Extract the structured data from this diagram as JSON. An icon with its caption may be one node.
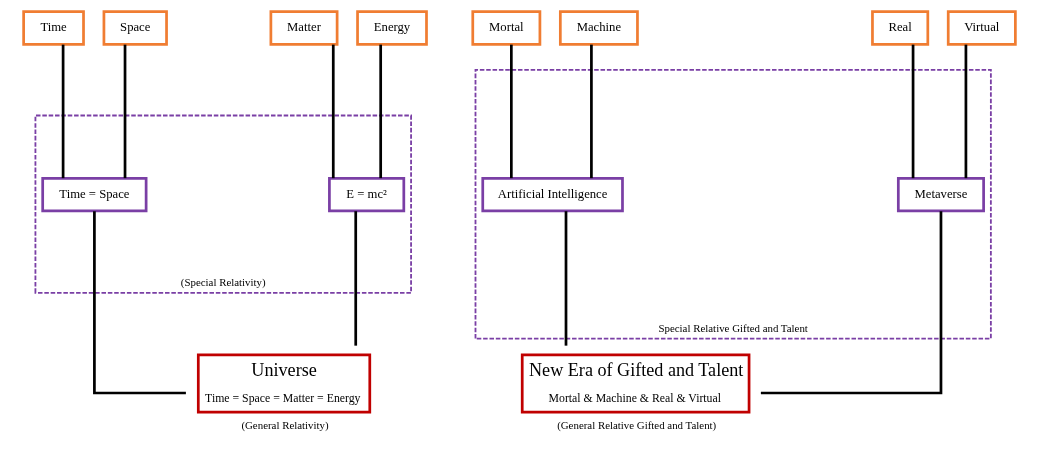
{
  "diagram": {
    "nodes": [
      {
        "text": [
          "Time"
        ]
      },
      {
        "text": [
          "Space"
        ]
      },
      {
        "text": [
          "Matter"
        ]
      },
      {
        "text": [
          "Energy"
        ]
      },
      {
        "text": [
          "(Special Relativity)"
        ]
      },
      {
        "text": [
          "Time = Space"
        ],
        "in": 4
      },
      {
        "text": [
          "E = mc²"
        ],
        "in": 4
      },
      {
        "text": [
          "Universe",
          "Time = Space = Matter = Energy"
        ],
        "beside": [
          "(General Relativity)"
        ]
      },
      {
        "text": [
          "Mortal"
        ]
      },
      {
        "text": [
          "Machine"
        ]
      },
      {
        "text": [
          "Real"
        ]
      },
      {
        "text": [
          "Virtual"
        ]
      },
      {
        "text": [
          "Special Relative Gifted and Talent"
        ]
      },
      {
        "text": [
          "Artificial Intelligence"
        ],
        "in": 12
      },
      {
        "text": [
          "Metaverse"
        ],
        "in": 12
      },
      {
        "text": [
          "New Era of Gifted and Talent",
          "Mortal & Machine & Real & Virtual"
        ],
        "beside": [
          "(General Relative Gifted and Talent)"
        ]
      }
    ],
    "edges": [
      {
        "from": 0,
        "to": 5,
        "arrow": "none"
      },
      {
        "from": 1,
        "to": 5,
        "arrow": "none"
      },
      {
        "from": 2,
        "to": 6,
        "arrow": "none"
      },
      {
        "from": 3,
        "to": 6,
        "arrow": "none"
      },
      {
        "from": 5,
        "to": 7,
        "arrow": "none"
      },
      {
        "from": 6,
        "to": 7,
        "arrow": "none"
      },
      {
        "from": 8,
        "to": 13,
        "arrow": "none"
      },
      {
        "from": 9,
        "to": 13,
        "arrow": "none"
      },
      {
        "from": 10,
        "to": 14,
        "arrow": "none"
      },
      {
        "from": 11,
        "to": 14,
        "arrow": "none"
      },
      {
        "from": 13,
        "to": 15,
        "arrow": "none"
      },
      {
        "from": 14,
        "to": 15,
        "arrow": "none"
      }
    ]
  }
}
